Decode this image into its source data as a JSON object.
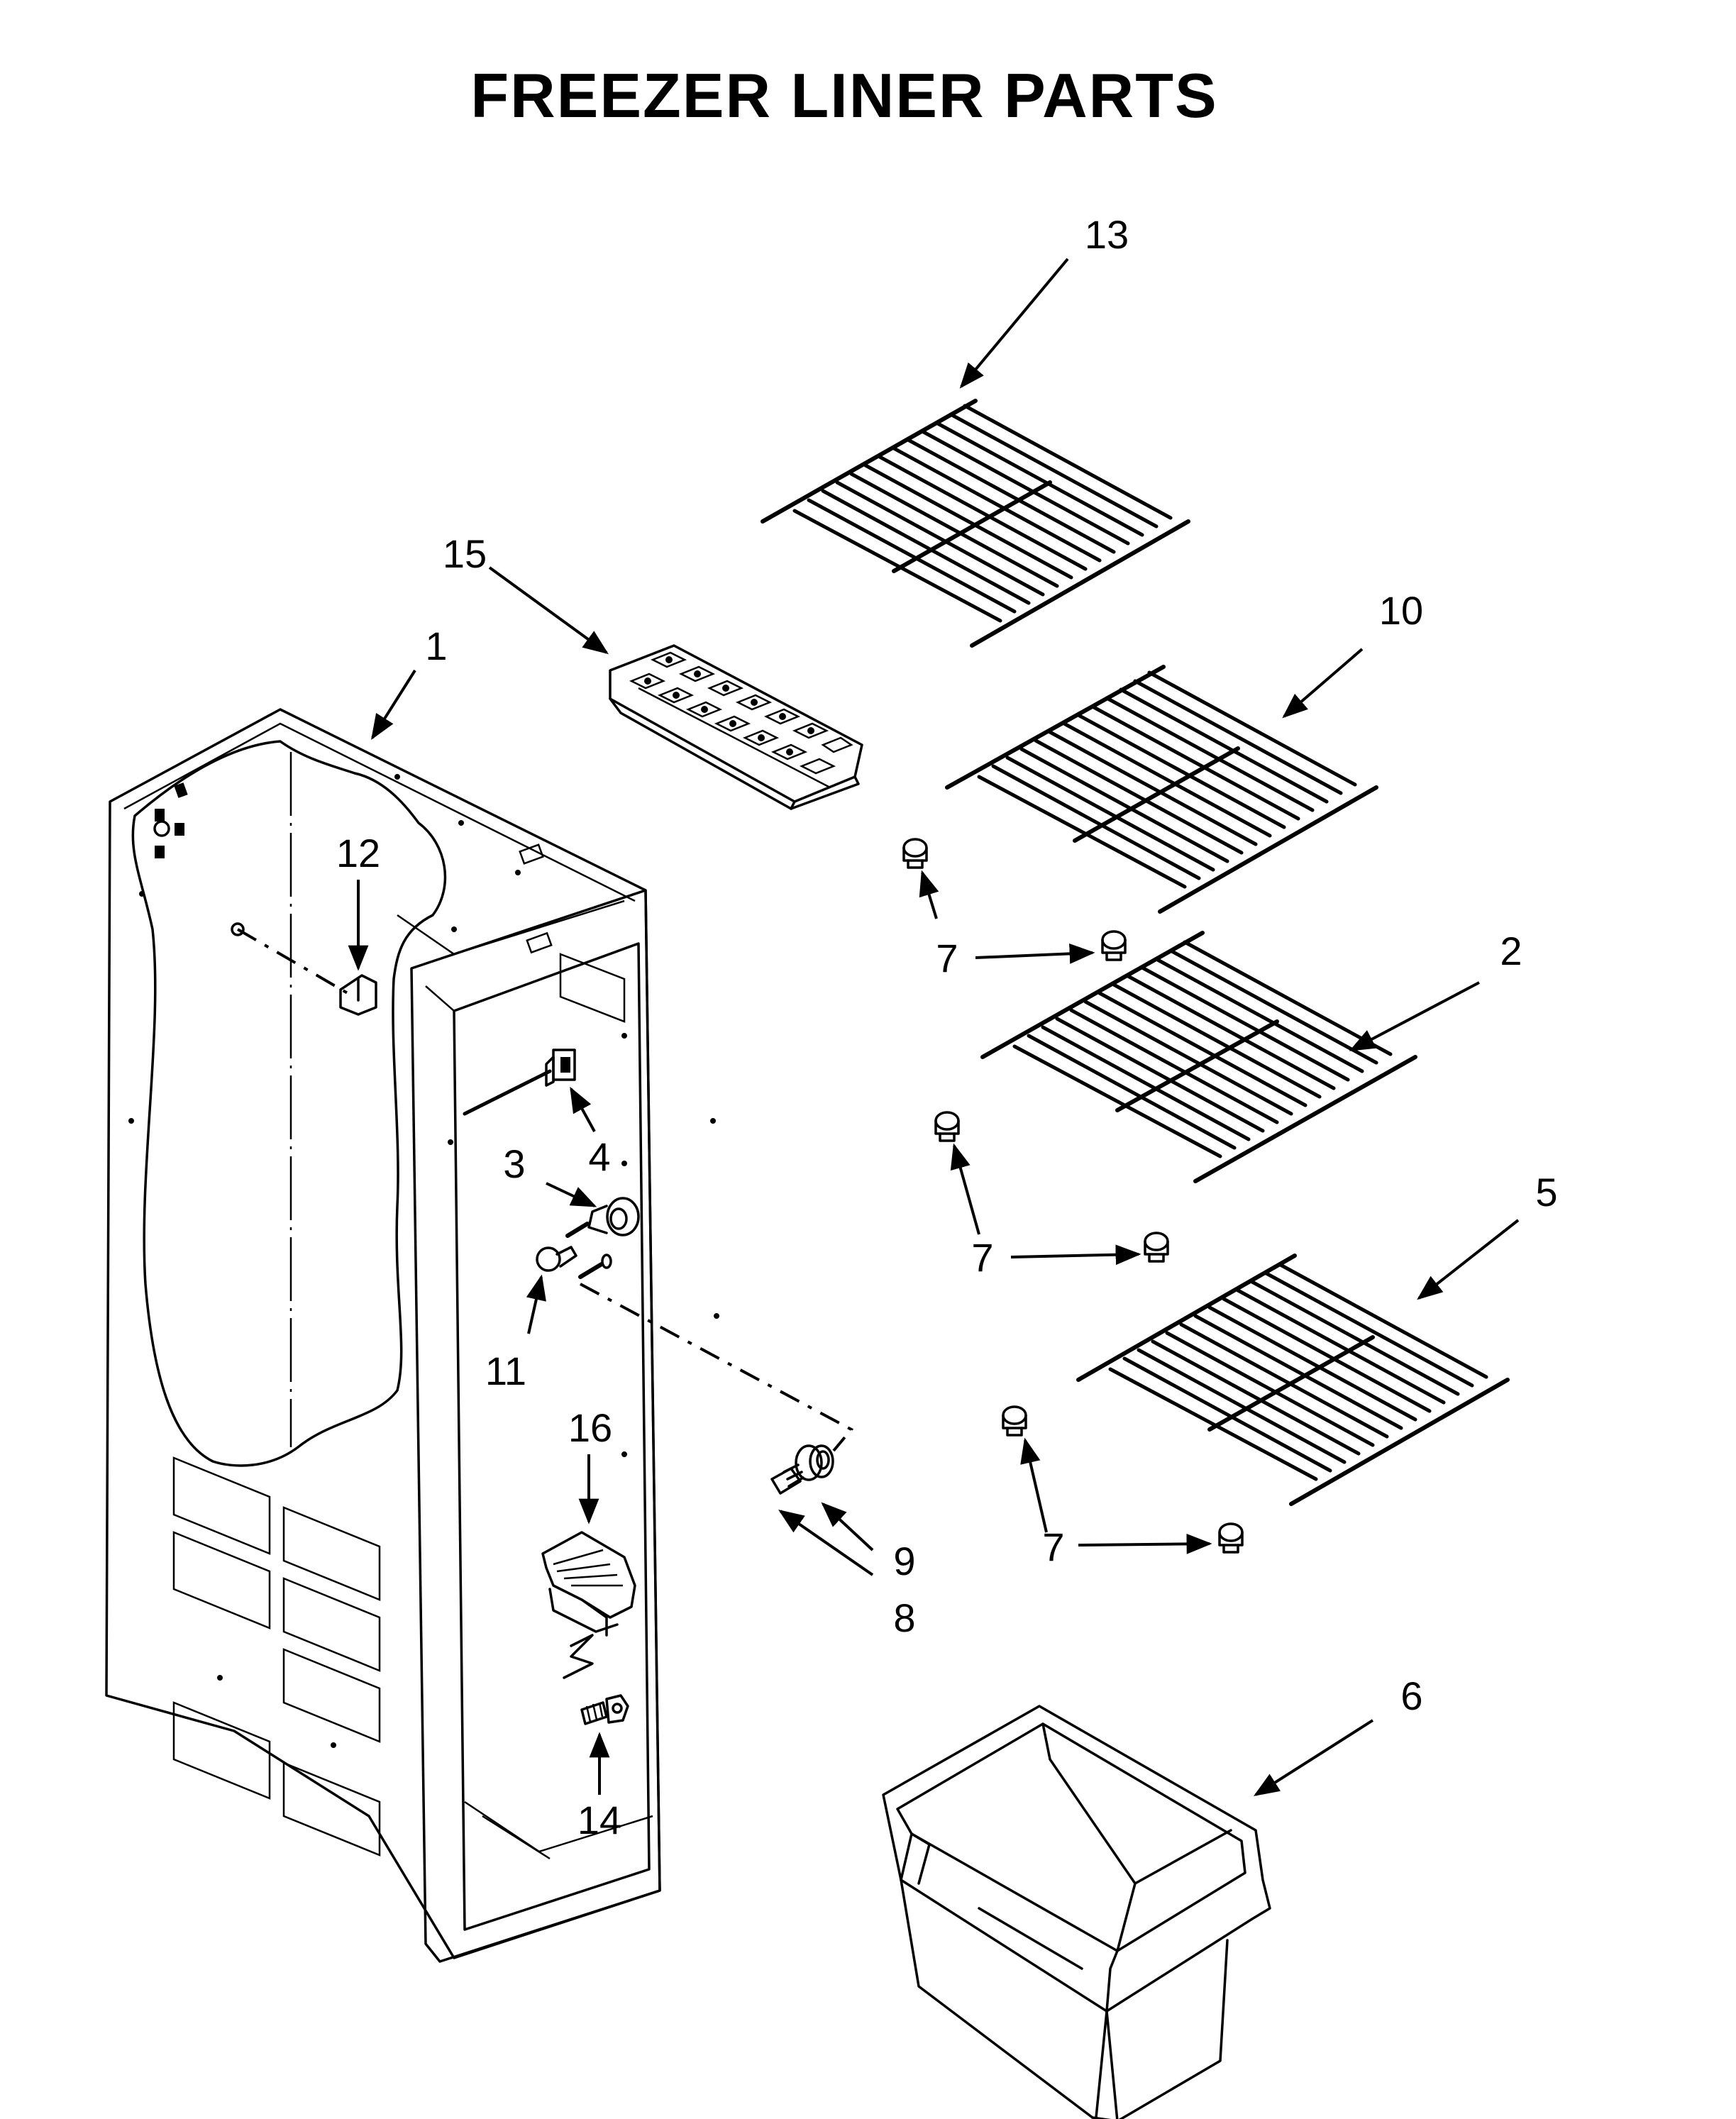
{
  "title": "FREEZER LINER PARTS",
  "callouts": {
    "c1": "1",
    "c2": "2",
    "c3": "3",
    "c4": "4",
    "c5": "5",
    "c6": "6",
    "c7a": "7",
    "c7b": "7",
    "c7c": "7",
    "c8": "8",
    "c9": "9",
    "c10": "10",
    "c11": "11",
    "c12": "12",
    "c13": "13",
    "c14": "14",
    "c15": "15",
    "c16": "16"
  },
  "colors": {
    "line": "#000000",
    "background": "#ffffff"
  }
}
